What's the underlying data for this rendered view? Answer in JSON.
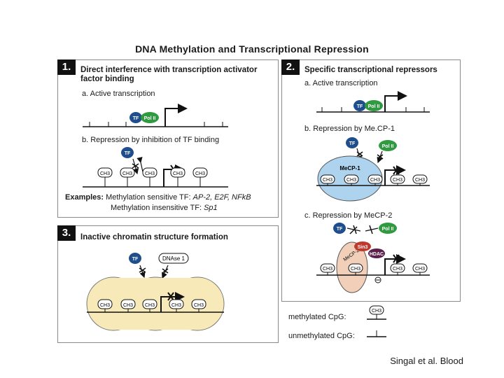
{
  "title": "DNA Methylation and Transcriptional Repression",
  "panel1": {
    "number": "1.",
    "title_line1": "Direct interference with transcription activator",
    "title_line2": "factor binding",
    "sub_a": "a. Active transcription",
    "sub_b": "b. Repression by inhibition of TF binding",
    "examples_label": "Examples:",
    "examples_line1_text": "Methylation sensitive TF:",
    "examples_line1_items": "AP-2, E2F, NFkB",
    "examples_line2_text": "Methylation insensitive TF:",
    "examples_line2_items": "Sp1"
  },
  "panel2": {
    "number": "2.",
    "title": "Specific transcriptional repressors",
    "sub_a": "a. Active transcription",
    "sub_b": "b. Repression by Me.CP-1",
    "sub_c": "c. Repression by MeCP-2",
    "mecp1_label": "MeCP-1",
    "mecp2_label": "MeCP-2",
    "sin3_label": "Sin3",
    "hdac_label": "HDAC"
  },
  "panel3": {
    "number": "3.",
    "title": "Inactive chromatin structure formation",
    "dnase_label": "DNAse 1"
  },
  "labels": {
    "tf": "TF",
    "pol": "Pol II",
    "ch3": "CH3"
  },
  "legend": {
    "methylated": "methylated CpG:",
    "unmethylated": "unmethylated CpG:"
  },
  "credit": "Singal et al. Blood"
}
